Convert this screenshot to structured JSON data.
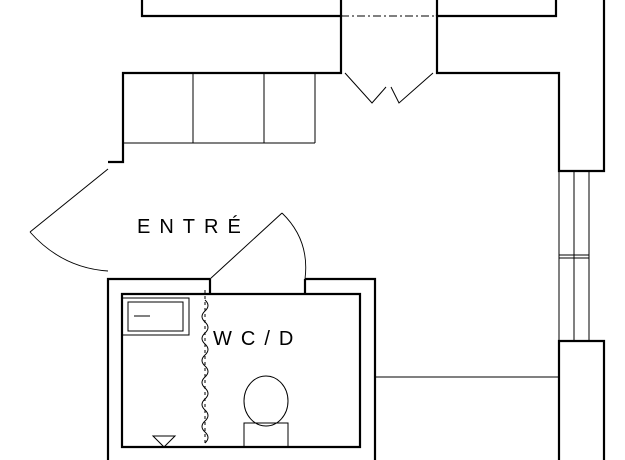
{
  "rooms": {
    "entrance": {
      "label": "ENTRÉ"
    },
    "wc": {
      "label": "WC/D"
    }
  },
  "fixtures": [
    "wardrobe-units",
    "entry-door",
    "wc-door",
    "double-door",
    "window",
    "washbasin",
    "toilet",
    "floor-drain",
    "curtain"
  ],
  "colors": {
    "line": "#000000",
    "background": "#ffffff"
  }
}
